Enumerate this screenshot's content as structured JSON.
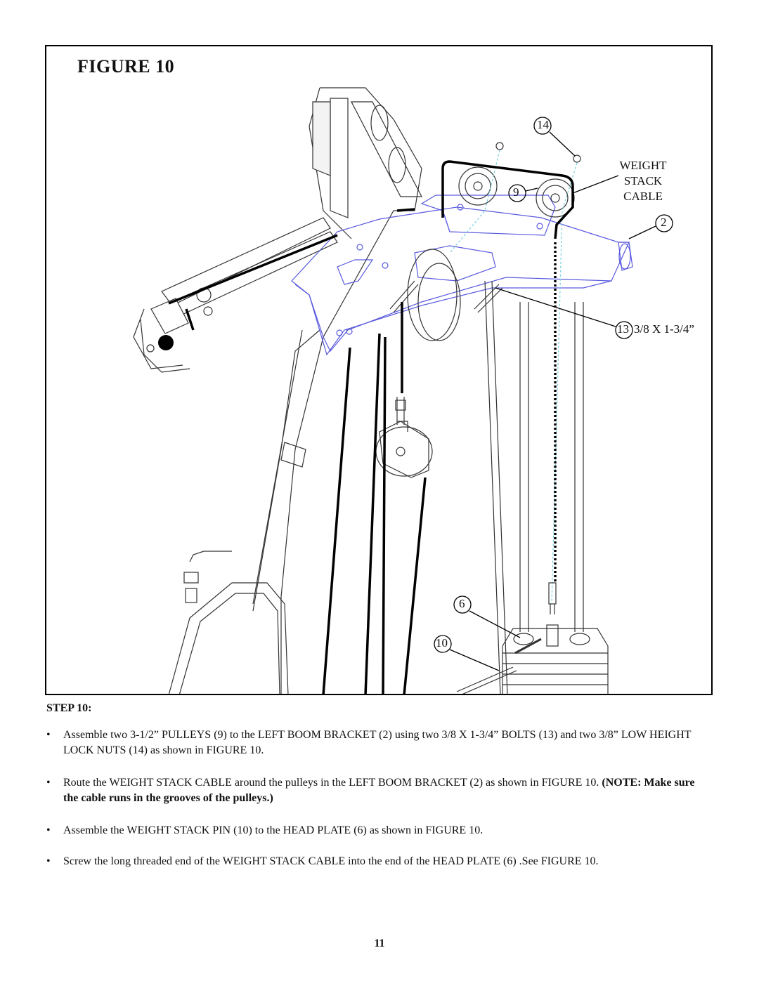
{
  "figure": {
    "title": "FIGURE 10",
    "callouts": {
      "part_14": "14",
      "part_9": "9",
      "weight_stack_cable": [
        "WEIGHT",
        "STACK",
        "CABLE"
      ],
      "part_2": "2",
      "part_13_num": "13",
      "part_13_text": "3/8 X 1-3/4”",
      "part_6": "6",
      "part_10": "10"
    }
  },
  "step": {
    "heading": "STEP 10:",
    "bullet_char": "•",
    "bullets": [
      {
        "text": "Assemble two 3-1/2” PULLEYS (9) to the LEFT BOOM BRACKET (2) using two 3/8 X 1-3/4” BOLTS (13) and two 3/8” LOW HEIGHT LOCK NUTS (14) as shown in FIGURE 10."
      },
      {
        "text": "Route the WEIGHT STACK CABLE around the pulleys in the LEFT BOOM BRACKET (2) as shown in FIGURE 10. ",
        "note": "(NOTE: Make sure the cable runs in the grooves of the pulleys.)"
      },
      {
        "text": "Assemble the WEIGHT STACK PIN (10) to the HEAD PLATE (6) as shown in FIGURE 10."
      },
      {
        "text": "Screw the long threaded end of the WEIGHT STACK CABLE into the end of the HEAD PLATE (6) .See FIGURE 10."
      }
    ]
  },
  "page_number": "11",
  "colors": {
    "line_art": "#333333",
    "bracket_blue": "#5a5ae0",
    "cable": "#000000",
    "dashed_cyan": "#6fd0e0"
  }
}
